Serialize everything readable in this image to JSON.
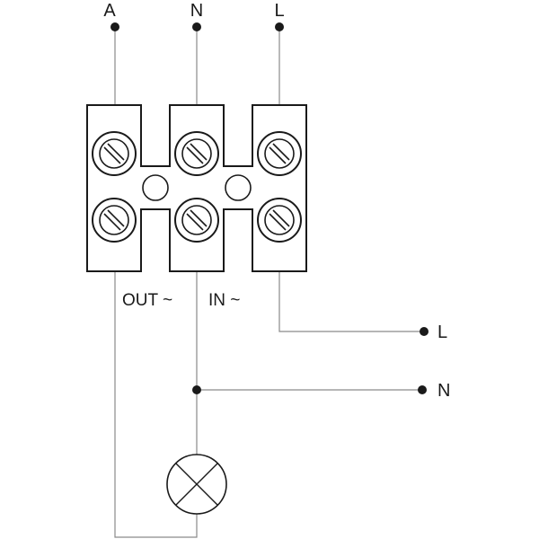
{
  "top_terminals": {
    "a_label": "A",
    "n_label": "N",
    "l_label": "L"
  },
  "block_labels": {
    "out_label": "OUT ~",
    "in_label": "IN ~"
  },
  "supply": {
    "l_label": "L",
    "n_label": "N"
  },
  "colors": {
    "stroke": "#1a1a1a",
    "wire": "#8a8a8a",
    "background": "#ffffff"
  },
  "icons": [
    "screw-terminal-icon",
    "lamp-icon",
    "terminal-dot-icon"
  ]
}
